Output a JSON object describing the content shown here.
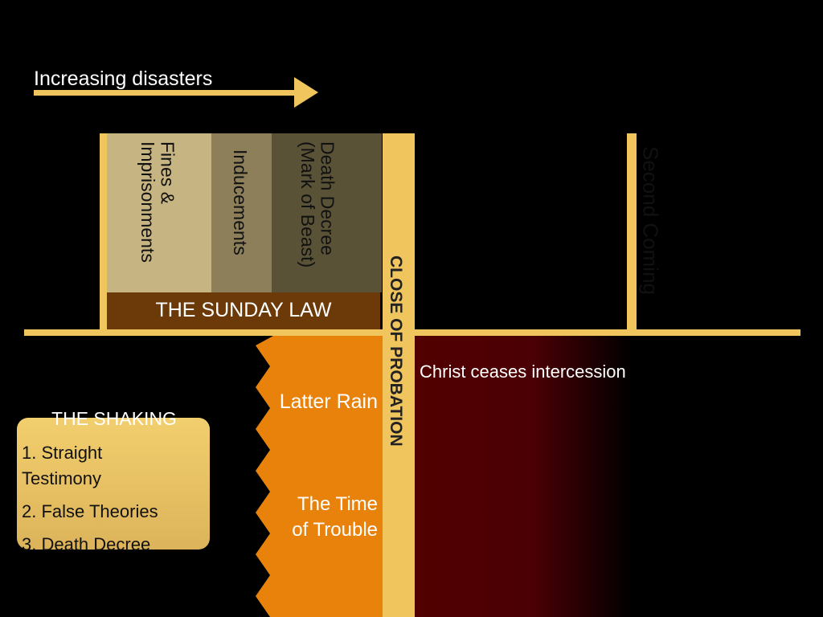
{
  "arrow": {
    "label": "Increasing disasters"
  },
  "columns": [
    {
      "label": "Fines &\nImprisonments"
    },
    {
      "label": "Inducements"
    },
    {
      "label": "Death Decree\n(Mark of Beast)"
    }
  ],
  "sunday_law": {
    "label": "THE SUNDAY LAW"
  },
  "close_of_probation": {
    "label": "CLOSE OF PROBATION"
  },
  "second_coming": {
    "label": "Second Coming"
  },
  "christ_ceases": {
    "label": "Christ ceases intercession"
  },
  "latter_rain": {
    "label": "Latter Rain"
  },
  "time_of_trouble": {
    "label": "The Time\nof Trouble"
  },
  "shaking": {
    "title": "THE SHAKING",
    "items": [
      "1. Straight\nTestimony",
      "2. False Theories",
      "3. Death Decree"
    ]
  },
  "colors": {
    "gold": "#f0c55e",
    "col_light": "#c7b483",
    "col_mid": "#8c7f5a",
    "col_dark": "#5a5236",
    "sunday_brown": "#6b3a08",
    "trouble_orange": "#e8820a",
    "maroon": "#550000"
  }
}
